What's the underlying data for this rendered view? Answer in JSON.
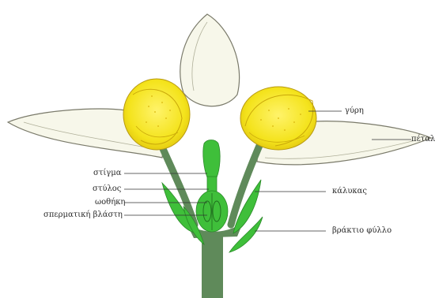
{
  "labels": {
    "anther": "γύρη",
    "petal": "πέταλ",
    "stigma": "στίγμα",
    "style": "στύλος",
    "ovary": "ωοθήκη",
    "ovule": "σπερματική βλάστη",
    "sepal": "κάλυκας",
    "bract": "βράκτιο φύλλο"
  },
  "colors": {
    "petal_fill": "#f7f7ea",
    "petal_stroke": "#7a7a6a",
    "anther": "#f4e31c",
    "anther_dark": "#c9a80a",
    "green": "#3fbf3a",
    "stem": "#5f8a5a",
    "line": "#333333"
  }
}
